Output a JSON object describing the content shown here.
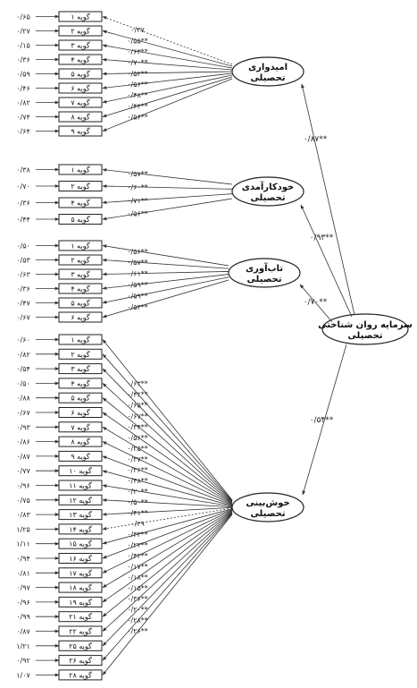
{
  "latent": {
    "main": [
      "سرمایه روان شناختی",
      "تحصیلی"
    ],
    "hope": [
      "امیدواری",
      "تحصیلی"
    ],
    "efficacy": [
      "خودکارآمدی",
      "تحصیلی"
    ],
    "resilience": [
      "تاب‌آوری",
      "تحصیلی"
    ],
    "optimism": [
      "خوش‌بینی",
      "تحصیلی"
    ]
  },
  "structural": {
    "hope": "۰/۸۷**",
    "efficacy": "۰/۹۳**",
    "resilience": "۰/۷۰**",
    "optimism": "۰/۵۴**"
  },
  "groups": [
    {
      "id": "hope",
      "items": [
        "گویه ۱",
        "گویه ۲",
        "گویه ۳",
        "گویه ۴",
        "گویه ۵",
        "گویه ۶",
        "گویه ۷",
        "گویه ۸",
        "گویه ۹"
      ],
      "errors": [
        "۰/۶۵",
        "۰/۲۷",
        "۰/۱۵",
        "۰/۳۶",
        "۰/۵۹",
        "۰/۴۶",
        "۰/۸۲",
        "۰/۷۴",
        "۰/۶۴"
      ],
      "loadings": [
        "۰/۳۷",
        "۰/۵۵**",
        "۰/۶۳**",
        "۰/۷۰**",
        "۰/۵۲**",
        "۰/۵۶**",
        "۰/۴۸**",
        "۰/۴۴**",
        "۰/۵۶**"
      ]
    },
    {
      "id": "efficacy",
      "items": [
        "گویه ۱",
        "گویه ۲",
        "گویه ۴",
        "گویه ۵"
      ],
      "errors": [
        "۰/۳۸",
        "۰/۷۰",
        "۰/۳۶",
        "۰/۴۴"
      ],
      "loadings": [
        "۰/۵۷**",
        "۰/۶۰**",
        "۰/۷۱**",
        "۰/۵۶**"
      ]
    },
    {
      "id": "resilience",
      "items": [
        "گویه ۱",
        "گویه ۲",
        "گویه ۳",
        "گویه ۴",
        "گویه ۵",
        "گویه ۶"
      ],
      "errors": [
        "۰/۵۰",
        "۰/۵۳",
        "۰/۶۳",
        "۰/۳۶",
        "۰/۴۷",
        "۰/۶۷"
      ],
      "loadings": [
        "۰/۵۶**",
        "۰/۵۷**",
        "۰/۶۱**",
        "۰/۵۹**",
        "۰/۵۹**",
        "۰/۵۴**"
      ]
    },
    {
      "id": "optimism",
      "items": [
        "گویه ۱",
        "گویه ۲",
        "گویه ۳",
        "گویه ۴",
        "گویه ۵",
        "گویه ۶",
        "گویه ۷",
        "گویه ۸",
        "گویه ۹",
        "گویه ۱۰",
        "گویه ۱۱",
        "گویه ۱۲",
        "گویه ۱۳",
        "گویه ۱۴",
        "گویه ۱۵",
        "گویه ۱۶",
        "گویه ۱۷",
        "گویه ۱۸",
        "گویه ۱۹",
        "گویه ۲۱",
        "گویه ۲۲",
        "گویه ۲۵",
        "گویه ۲۶",
        "گویه ۲۸"
      ],
      "errors": [
        "۰/۶۰",
        "۰/۸۲",
        "۰/۵۴",
        "۰/۵۰",
        "۰/۸۸",
        "۰/۶۷",
        "۰/۹۳",
        "۰/۸۶",
        "۰/۸۷",
        "۰/۷۷",
        "۰/۹۶",
        "۰/۷۵",
        "۰/۸۳",
        "۱/۲۵",
        "۱/۱۱",
        "۰/۹۴",
        "۰/۸۱",
        "۰/۹۷",
        "۰/۹۶",
        "۰/۹۹",
        "۰/۸۷",
        "۱/۲۱",
        "۰/۹۲",
        "۱/۰۷"
      ],
      "loadings": [
        "۰/۶۳**",
        "۰/۴۲**",
        "۰/۶۵**",
        "۰/۶۷**",
        "۰/۳۴**",
        "۰/۵۶**",
        "۰/۲۵**",
        "۰/۳۷**",
        "۰/۳۶**",
        "۰/۴۸**",
        "۰/۲۰**",
        "۰/۵۰**",
        "۰/۴۱**",
        "۰/۲۹",
        "۰/۳۳**",
        "۰/۲۳**",
        "۰/۴۳**",
        "۰/۱۷**",
        "۰/۱۸**",
        "۰/۱۵**",
        "۰/۳۶**",
        "۰/۲۰**",
        "۰/۲۸**",
        "۰/۲۶**"
      ]
    }
  ]
}
